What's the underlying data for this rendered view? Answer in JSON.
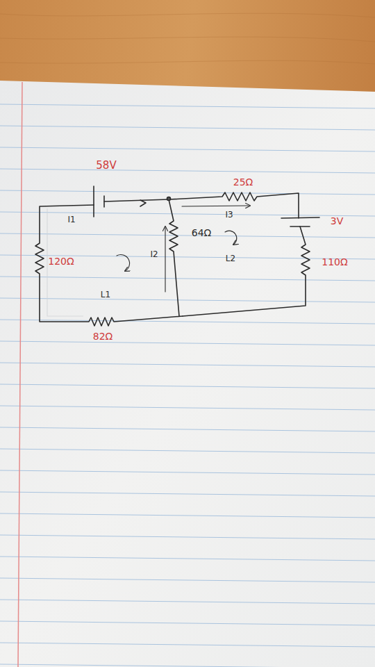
{
  "diagram": {
    "labels": [
      "58V",
      "25Ω",
      "I1",
      "I3",
      "3V",
      "120Ω",
      "I2",
      "64Ω",
      "L2",
      "110Ω",
      "L1",
      "82Ω"
    ]
  }
}
